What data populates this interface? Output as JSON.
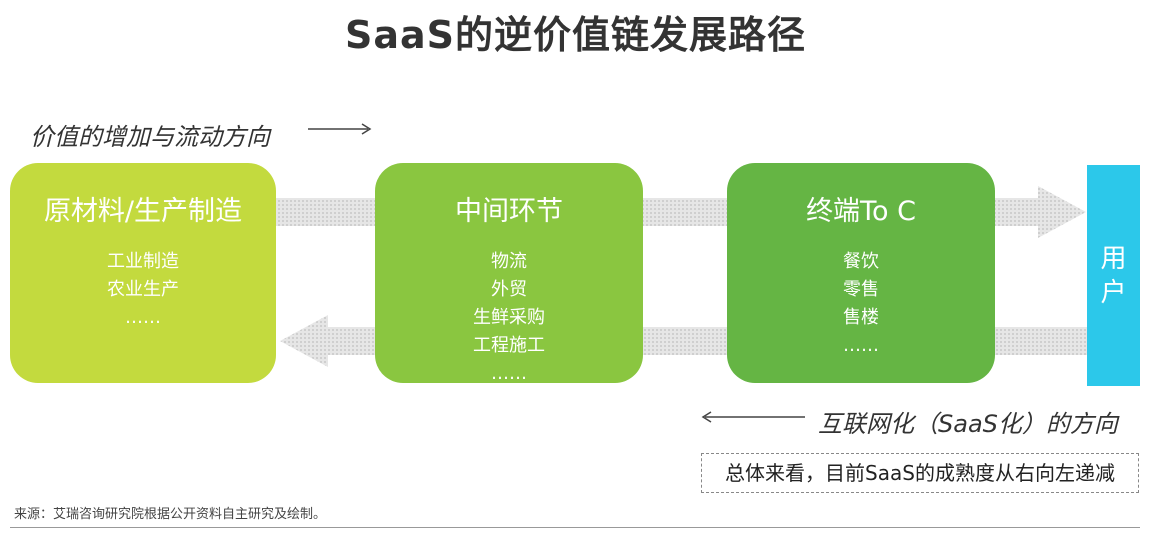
{
  "title": "SaaS的逆价值链发展路径",
  "flow_label": "价值的增加与流动方向",
  "stages": [
    {
      "head": "原材料/生产制造",
      "items": [
        "工业制造",
        "农业生产",
        "……"
      ]
    },
    {
      "head": "中间环节",
      "items": [
        "物流",
        "外贸",
        "生鲜采购",
        "工程施工",
        "……"
      ]
    },
    {
      "head": "终端To C",
      "items": [
        "餐饮",
        "零售",
        "售楼",
        "……"
      ]
    }
  ],
  "user": {
    "line1": "用",
    "line2": "户"
  },
  "reverse_label": "互联网化（SaaS化）的方向",
  "note": "总体来看，目前SaaS的成熟度从右向左递减",
  "source": "来源：艾瑞咨询研究院根据公开资料自主研究及绘制。",
  "colors": {
    "stage1": "#c3da3e",
    "stage2": "#8ac640",
    "stage3": "#65b544",
    "user": "#2cc8ea",
    "band": "#dcdcdc"
  }
}
